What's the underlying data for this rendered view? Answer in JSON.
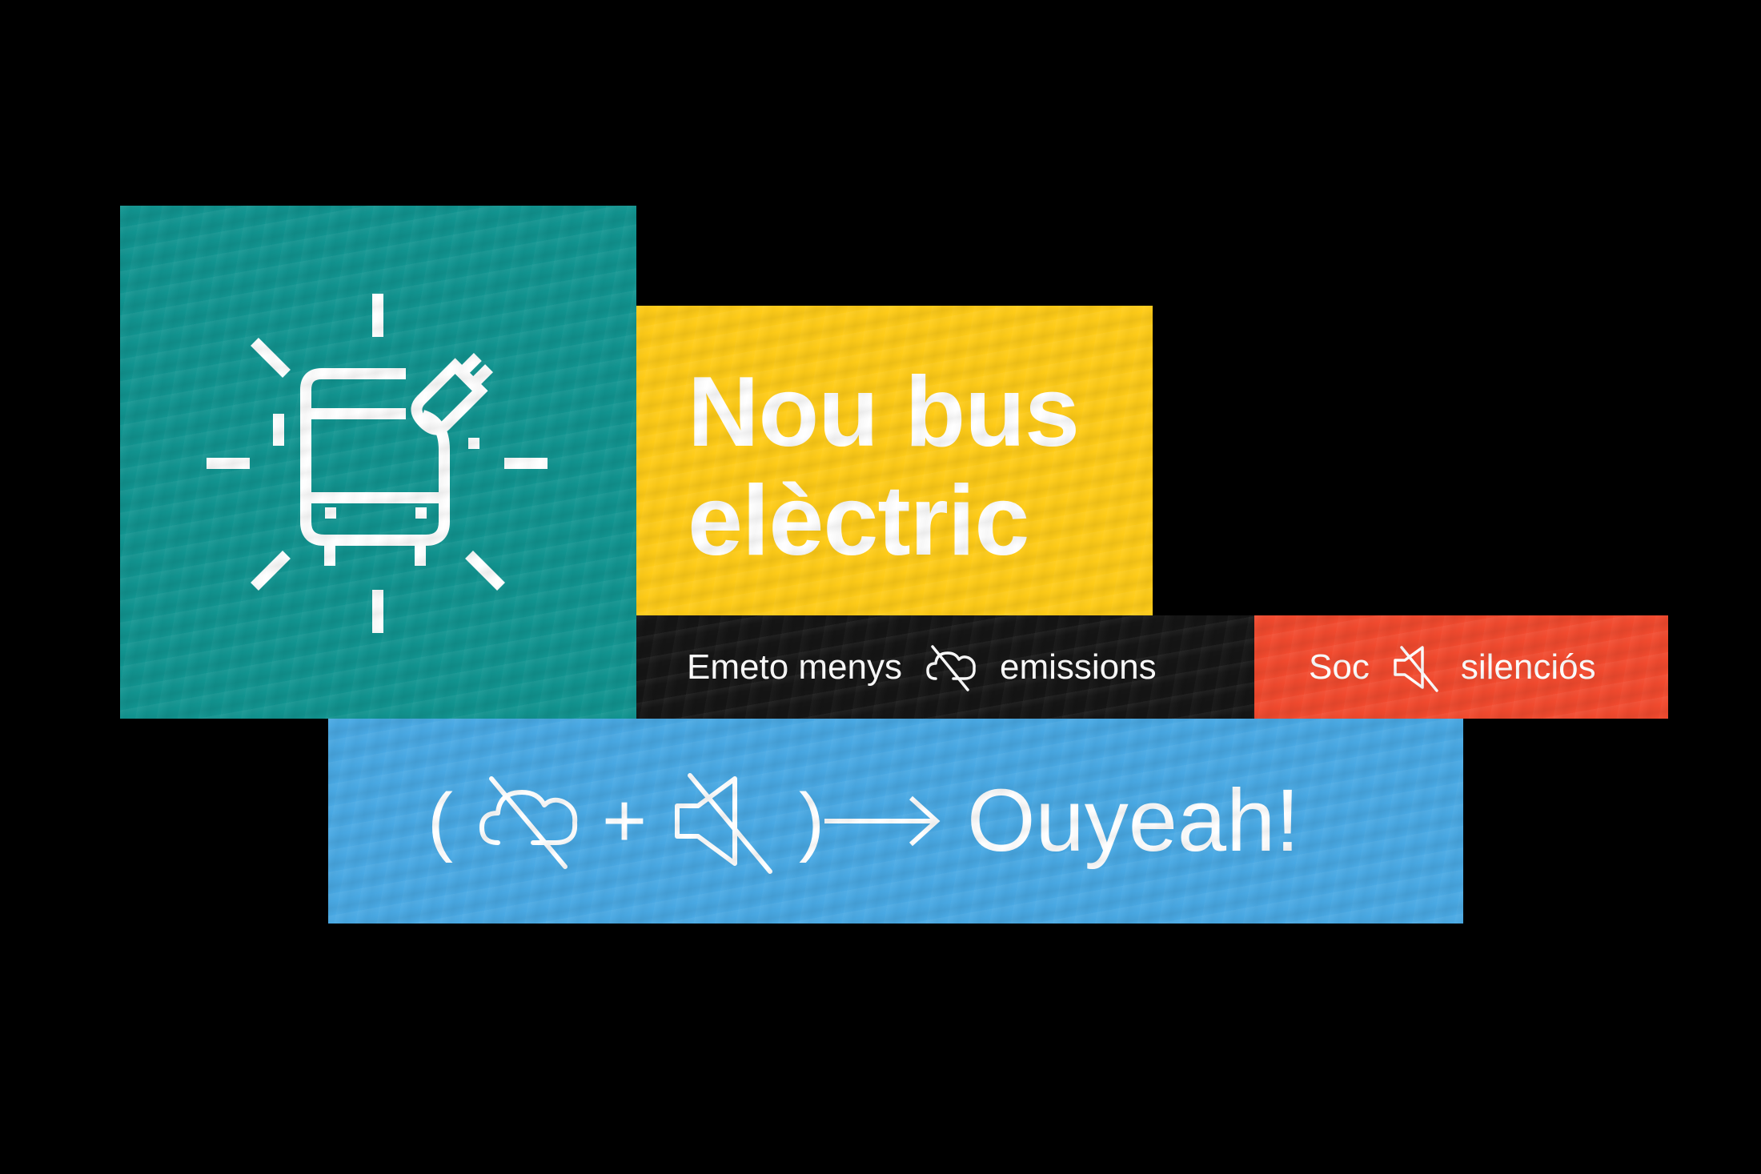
{
  "colors": {
    "background": "#000000",
    "teal": "#119490",
    "yellow": "#FFCC18",
    "dark": "#151515",
    "red": "#F24A2E",
    "blue": "#49A9E4",
    "foreground": "#FFFFFF"
  },
  "icon_panel": {
    "icon": "electric-bus-plug-icon"
  },
  "headline": {
    "line1": "Nou bus",
    "line2": "elèctric"
  },
  "emissions_strip": {
    "text_before": "Emeto menys",
    "icon": "no-emissions-cloud-icon",
    "text_after": "emissions"
  },
  "silent_strip": {
    "text_before": "Soc",
    "icon": "muted-speaker-icon",
    "text_after": "silenciós"
  },
  "formula": {
    "open_paren": "(",
    "icon_1": "no-emissions-cloud-icon",
    "plus": "+",
    "icon_2": "muted-speaker-icon",
    "close_paren": ")",
    "arrow_icon": "arrow-right-icon",
    "result": "Ouyeah!"
  }
}
